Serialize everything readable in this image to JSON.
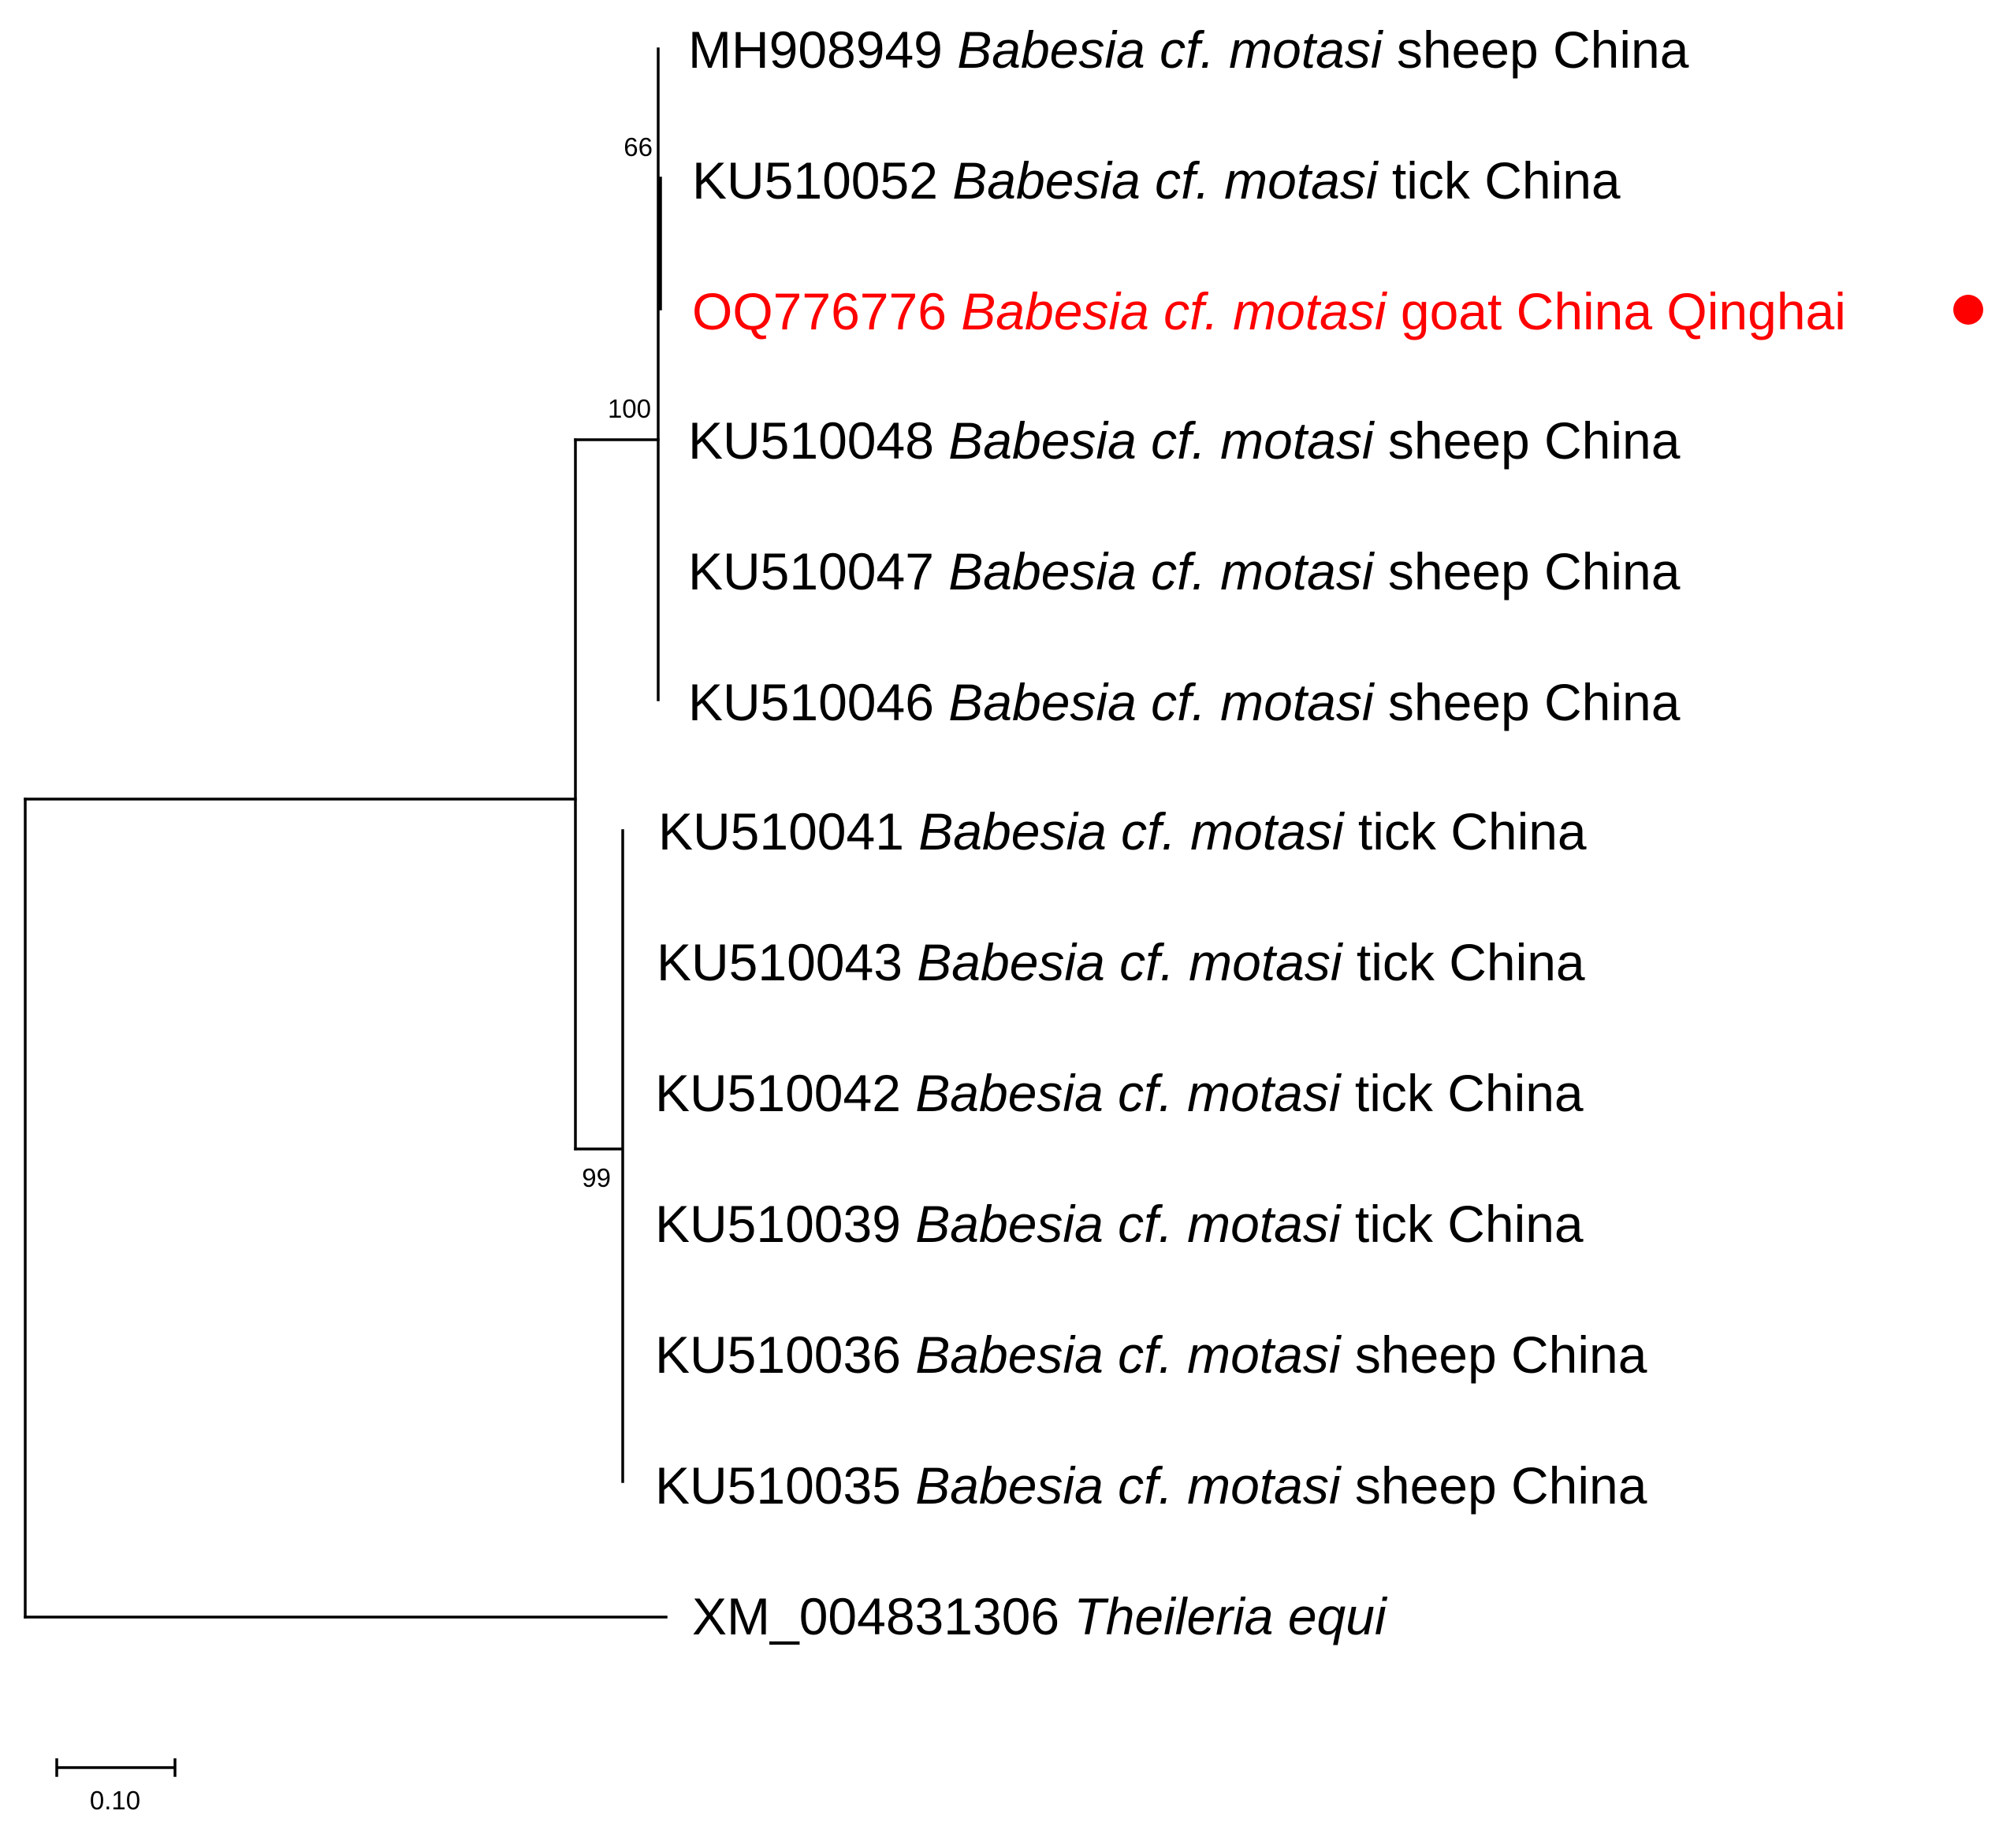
{
  "tree": {
    "taxa": [
      {
        "accession": "MH908949",
        "species": "Babesia cf. motasi",
        "host": "sheep China",
        "highlight": false
      },
      {
        "accession": "KU510052",
        "species": "Babesia cf. motasi",
        "host": "tick China",
        "highlight": false
      },
      {
        "accession": "OQ776776",
        "species": "Babesia cf. motasi",
        "host": "goat China Qinghai",
        "highlight": true
      },
      {
        "accession": "KU510048",
        "species": "Babesia cf. motasi",
        "host": "sheep China",
        "highlight": false
      },
      {
        "accession": "KU510047",
        "species": "Babesia cf. motasi",
        "host": "sheep China",
        "highlight": false
      },
      {
        "accession": "KU510046",
        "species": "Babesia cf. motasi",
        "host": "sheep China",
        "highlight": false
      },
      {
        "accession": "KU510041",
        "species": "Babesia cf. motasi",
        "host": "tick China",
        "highlight": false
      },
      {
        "accession": "KU510043",
        "species": "Babesia cf. motasi",
        "host": "tick China",
        "highlight": false
      },
      {
        "accession": "KU510042",
        "species": "Babesia cf. motasi",
        "host": "tick China",
        "highlight": false
      },
      {
        "accession": "KU510039",
        "species": "Babesia cf. motasi",
        "host": "tick China",
        "highlight": false
      },
      {
        "accession": "KU510036",
        "species": "Babesia cf. motasi",
        "host": "sheep China",
        "highlight": false
      },
      {
        "accession": "KU510035",
        "species": "Babesia cf. motasi",
        "host": "sheep China",
        "highlight": false
      },
      {
        "accession": "XM_004831306",
        "species": "Theileria equi",
        "host": "",
        "highlight": false
      }
    ],
    "support_values": {
      "clade_mh908949_ku510052": "66",
      "clade_sheep_goat": "100",
      "clade_ku510041_ku510035": "99"
    },
    "scale_bar": {
      "label": "0.10",
      "value": 0.1
    },
    "colors": {
      "highlight": "#ff0000",
      "branch": "#000000",
      "marker": "#ff0000"
    },
    "marker_icon": "filled-circle"
  }
}
